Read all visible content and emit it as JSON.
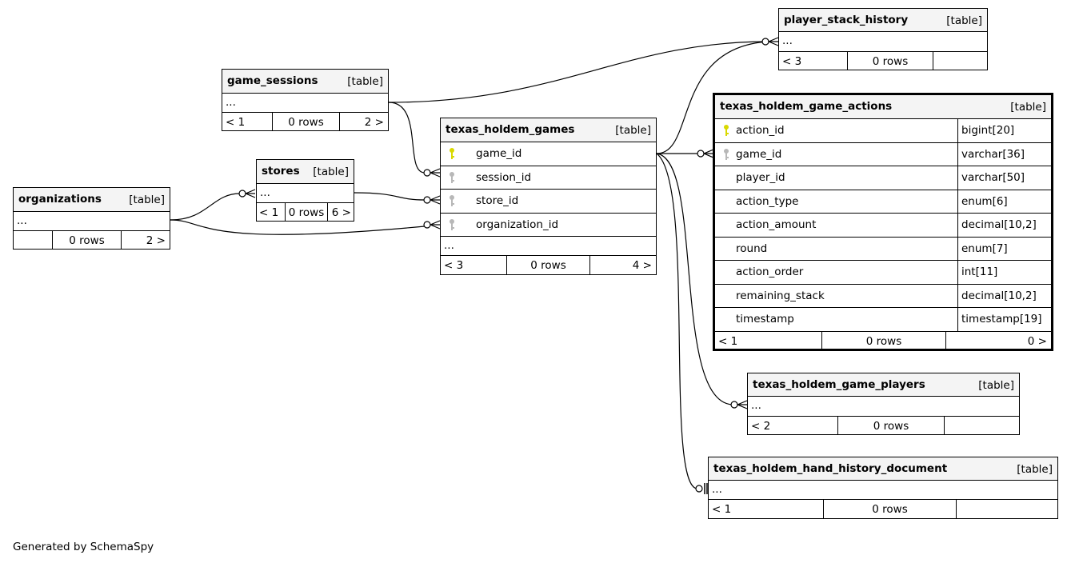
{
  "tables": {
    "player_stack_history": {
      "name": "player_stack_history",
      "type": "[table]",
      "ellipsis": "...",
      "footer": {
        "left": "< 3",
        "mid": "0 rows",
        "right": ""
      }
    },
    "game_sessions": {
      "name": "game_sessions",
      "type": "[table]",
      "ellipsis": "...",
      "footer": {
        "left": "< 1",
        "mid": "0 rows",
        "right": "2 >"
      }
    },
    "stores": {
      "name": "stores",
      "type": "[table]",
      "ellipsis": "...",
      "footer": {
        "left": "< 1",
        "mid": "0 rows",
        "right": "6 >"
      }
    },
    "organizations": {
      "name": "organizations",
      "type": "[table]",
      "ellipsis": "...",
      "footer": {
        "left": "",
        "mid": "0 rows",
        "right": "2 >"
      }
    },
    "texas_holdem_games": {
      "name": "texas_holdem_games",
      "type": "[table]",
      "columns": [
        {
          "name": "game_id"
        },
        {
          "name": "session_id"
        },
        {
          "name": "store_id"
        },
        {
          "name": "organization_id"
        }
      ],
      "ellipsis": "...",
      "footer": {
        "left": "< 3",
        "mid": "0 rows",
        "right": "4 >"
      }
    },
    "texas_holdem_game_actions": {
      "name": "texas_holdem_game_actions",
      "type": "[table]",
      "columns": [
        {
          "name": "action_id",
          "type": "bigint[20]"
        },
        {
          "name": "game_id",
          "type": "varchar[36]"
        },
        {
          "name": "player_id",
          "type": "varchar[50]"
        },
        {
          "name": "action_type",
          "type": "enum[6]"
        },
        {
          "name": "action_amount",
          "type": "decimal[10,2]"
        },
        {
          "name": "round",
          "type": "enum[7]"
        },
        {
          "name": "action_order",
          "type": "int[11]"
        },
        {
          "name": "remaining_stack",
          "type": "decimal[10,2]"
        },
        {
          "name": "timestamp",
          "type": "timestamp[19]"
        }
      ],
      "footer": {
        "left": "< 1",
        "mid": "0 rows",
        "right": "0 >"
      }
    },
    "texas_holdem_game_players": {
      "name": "texas_holdem_game_players",
      "type": "[table]",
      "ellipsis": "...",
      "footer": {
        "left": "< 2",
        "mid": "0 rows",
        "right": ""
      }
    },
    "texas_holdem_hand_history_document": {
      "name": "texas_holdem_hand_history_document",
      "type": "[table]",
      "ellipsis": "...",
      "footer": {
        "left": "< 1",
        "mid": "0 rows",
        "right": ""
      }
    }
  },
  "colors": {
    "primary_key": "#d9d900",
    "foreign_key": "#b8b8b8",
    "header_bg": "#f4f4f4"
  },
  "footer_text": "Generated by SchemaSpy"
}
